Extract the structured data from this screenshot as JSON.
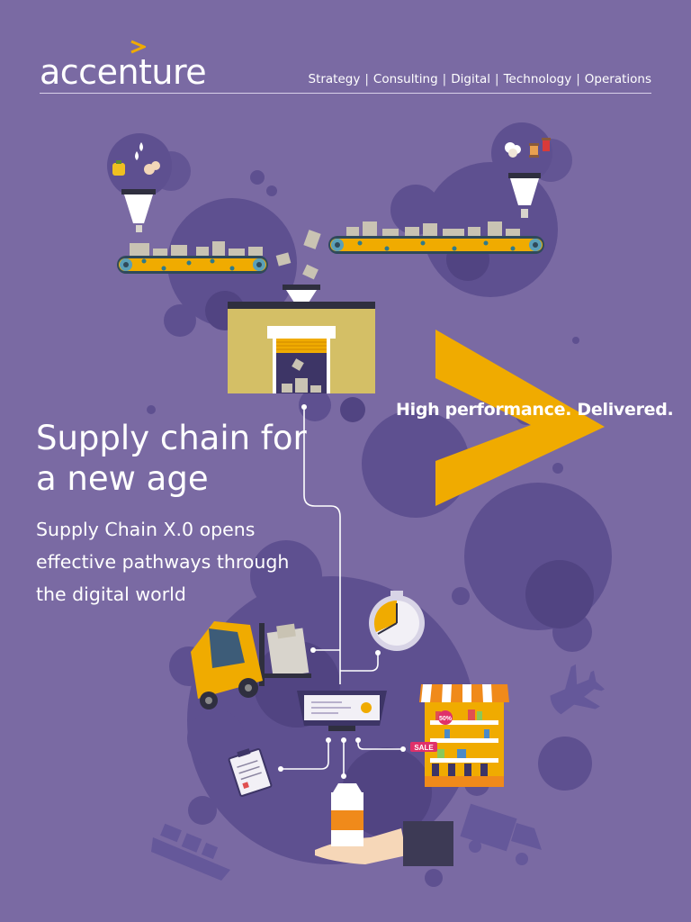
{
  "header": {
    "brand": "accenture",
    "nav": [
      "Strategy",
      "Consulting",
      "Digital",
      "Technology",
      "Operations"
    ],
    "nav_separator": "|"
  },
  "hero": {
    "tagline": "High performance. Delivered.",
    "title": "Supply chain for a new age",
    "subtitle": "Supply Chain X.0 opens effective pathways through the digital world"
  },
  "illustration": {
    "badge_percent": "50%",
    "sale_tag": "SALE",
    "icons": [
      "ingredients-icon",
      "cotton-thread-icon",
      "conveyor-belt-icon",
      "warehouse-icon",
      "forklift-icon",
      "stopwatch-icon",
      "monitor-icon",
      "store-icon",
      "clipboard-icon",
      "milk-carton-icon",
      "hand-icon",
      "airplane-icon",
      "ship-icon",
      "truck-icon"
    ]
  },
  "colors": {
    "background": "#7a6aa3",
    "bubble": "#5e5090",
    "accent": "#f0ab00",
    "text": "#ffffff"
  }
}
